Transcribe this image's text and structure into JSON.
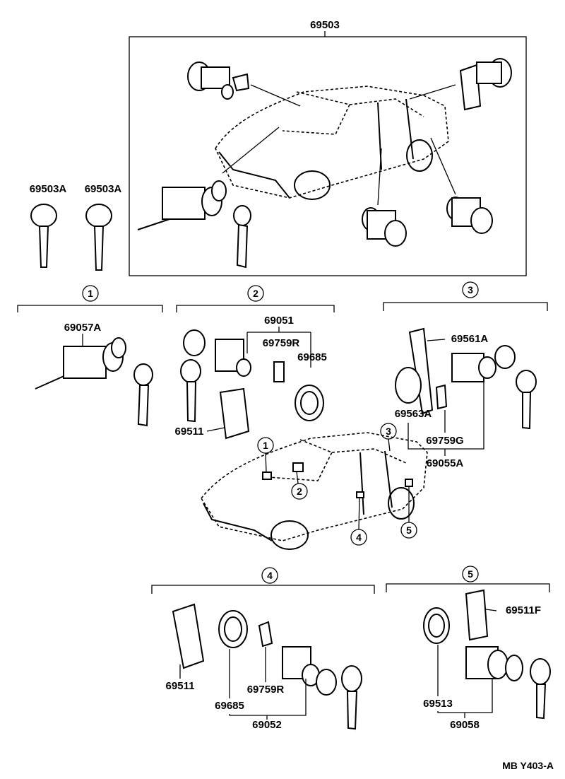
{
  "labels": {
    "assembly": "69503",
    "key_a1": "69503A",
    "key_a2": "69503A",
    "lock_1_cyl": "69057A",
    "lock_2_set": "69051",
    "lock_2_spring": "69759R",
    "lock_2_ring": "69685",
    "lock_2_clip": "69511",
    "lock_3_retainer": "69561A",
    "lock_3_gasket": "69563A",
    "lock_3_spring": "69759G",
    "lock_3_set": "69055A",
    "lock_4_clip": "69511",
    "lock_4_ring": "69685",
    "lock_4_spring": "69759R",
    "lock_4_set": "69052",
    "lock_5_clip": "69511F",
    "lock_5_ring": "69513",
    "lock_5_set": "69058"
  },
  "callouts": [
    "1",
    "2",
    "3",
    "4",
    "5"
  ],
  "reference_code": "MB Y403-A"
}
